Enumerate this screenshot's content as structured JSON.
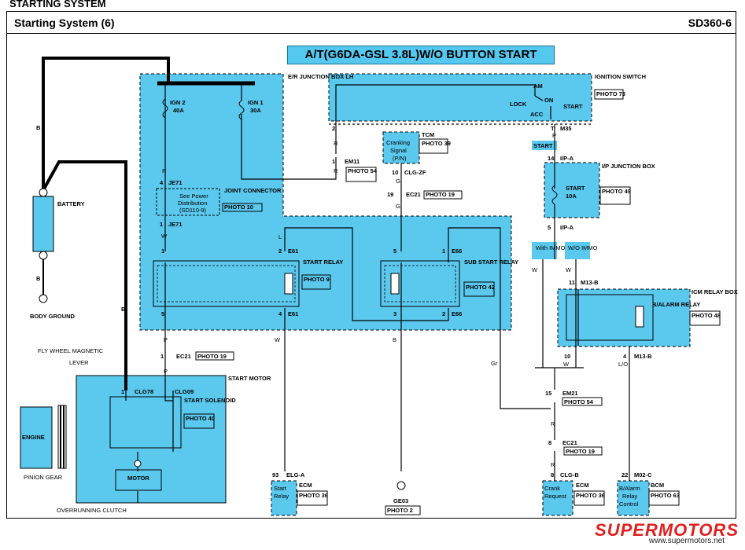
{
  "header": {
    "section": "STARTING SYSTEM",
    "title": "Starting System (6)",
    "code": "SD360-6"
  },
  "banner": "A/T(G6DA-GSL 3.8L)W/O BUTTON START",
  "ignition_switch": {
    "name": "IGNITION SWITCH",
    "photo": "PHOTO 73",
    "positions": [
      "AM",
      "LOCK",
      "ON",
      "ACC",
      "START"
    ],
    "pins": [
      "2",
      "T",
      "M35"
    ]
  },
  "er_junction_box": {
    "name": "E/R JUNCTION BOX LH",
    "fuse1_name": "IGN 2",
    "fuse1_amp": "40A",
    "fuse2_name": "IGN 1",
    "fuse2_amp": "30A"
  },
  "joint_connector": {
    "name": "JOINT CONNECTOR",
    "photo": "PHOTO 10",
    "note": [
      "See Power",
      "Distribution",
      "(SD110-9)"
    ],
    "pin_top": "4",
    "pin_bottom": "1",
    "code": "JE71"
  },
  "battery": {
    "name": "BATTERY",
    "ground": "BODY GROUND",
    "wire_top": "B",
    "wire_bottom": "B"
  },
  "tcm": {
    "name": "TCM",
    "photo": "PHOTO 39",
    "signal": [
      "Cranking",
      "Signal",
      "(P/N)"
    ],
    "pin": "10",
    "code": "CLG-ZF"
  },
  "em11": {
    "pin": "1",
    "code": "EM11",
    "photo": "PHOTO 54"
  },
  "ec21_top": {
    "pin": "19",
    "code": "EC21",
    "photo": "PHOTO 19"
  },
  "start_relay": {
    "name": "START RELAY",
    "photo": "PHOTO 9",
    "code": "E61",
    "pins": [
      "1",
      "2",
      "5",
      "4"
    ]
  },
  "sub_start_relay": {
    "name": "SUB START RELAY",
    "photo": "PHOTO 42",
    "code": "E66",
    "pins": [
      "5",
      "1",
      "3",
      "2"
    ]
  },
  "ip_junction_box": {
    "name": "I/P JUNCTION BOX",
    "photo": "PHOTO 49",
    "fuse": "START",
    "amp": "10A",
    "code": "I/P-A",
    "pin_top": "14",
    "pin_bottom": "5"
  },
  "start_label": "START",
  "with_immo": "With IMMO",
  "wo_immo": "W/O IMMO",
  "icm_relay_box": {
    "name": "ICM RELAY BOX",
    "relay": "B/ALARM RELAY",
    "photo": "PHOTO 48",
    "code": "M13-B",
    "pins": [
      "11",
      "10",
      "4"
    ]
  },
  "ec21_mid": {
    "pin": "1",
    "code": "EC21",
    "photo": "PHOTO 19"
  },
  "start_motor": {
    "name": "START MOTOR",
    "solenoid": "START SOLENOID",
    "photo": "PHOTO 40",
    "motor": "MOTOR",
    "engine": "ENGINE",
    "flywheel": "FLY WHEEL MAGNETIC",
    "lever": "LEVER",
    "pinion": "PINION GEAR",
    "clutch": "OVERRUNNING CLUTCH",
    "pin": "1",
    "codes": [
      "CLG78",
      "CLG09"
    ]
  },
  "em21": {
    "pin": "15",
    "code": "EM21",
    "photo": "PHOTO 54"
  },
  "ec21_low": {
    "pin": "8",
    "code": "EC21",
    "photo": "PHOTO 19"
  },
  "ecm_left": {
    "name": "ECM",
    "photo": "PHOTO 36",
    "pin": "93",
    "code": "ELG-A",
    "func": [
      "Start",
      "Relay"
    ]
  },
  "ecm_right": {
    "name": "ECM",
    "photo": "PHOTO 36",
    "pin": "8",
    "code": "CLG-B",
    "func": [
      "Crank",
      "Request"
    ]
  },
  "bcm": {
    "name": "BCM",
    "photo": "PHOTO 63",
    "pin": "22",
    "code": "M02-C",
    "func": [
      "B/Alarm",
      "Relay",
      "Control"
    ]
  },
  "ground_ge03": {
    "code": "GE03",
    "photo": "PHOTO 2"
  },
  "wires": {
    "R": "R",
    "W": "W",
    "L": "L",
    "G": "G",
    "B": "B",
    "P": "P",
    "Gr": "Gr",
    "LO": "L/O"
  },
  "footer": {
    "logo": "SUPERMOTORS",
    "url": "www.supermotors.net"
  },
  "colors": {
    "box_fill": "#5bc8ee",
    "banner_fill": "#55c8f0",
    "wire": "#000000",
    "logo": "#e02020"
  }
}
